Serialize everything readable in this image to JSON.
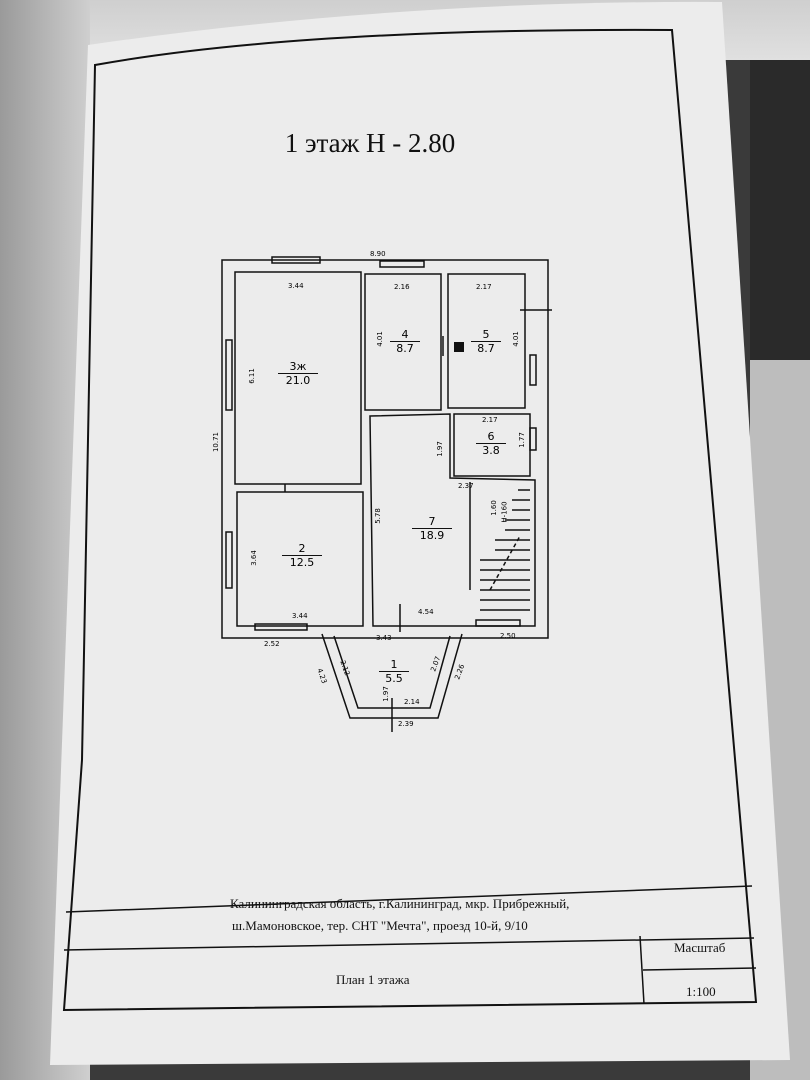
{
  "title": "1 этаж Н - 2.80",
  "rooms": [
    {
      "num": "3ж",
      "area": "21.0"
    },
    {
      "num": "4",
      "area": "8.7"
    },
    {
      "num": "5",
      "area": "8.7"
    },
    {
      "num": "6",
      "area": "3.8"
    },
    {
      "num": "2",
      "area": "12.5"
    },
    {
      "num": "7",
      "area": "18.9"
    },
    {
      "num": "1",
      "area": "5.5"
    }
  ],
  "dimensions": {
    "overall_width": "8.90",
    "overall_height": "10.71",
    "r3_width": "3.44",
    "r3_height": "6.11",
    "r4_width": "2.16",
    "r4_height": "4.01",
    "r5_width": "2.17",
    "r5_height": "4.01",
    "r6_width": "2.17",
    "r6_height": "1.77",
    "r6_side": "1.97",
    "r6_bottom": "2.37",
    "r2_height": "3.64",
    "r2_width": "3.44",
    "r7_height": "5.78",
    "r7_width": "4.54",
    "stair_h": "1.60",
    "stair_level": "Н-160",
    "bottom_left": "2.52",
    "bottom_right": "2.50",
    "porch_top": "3.43",
    "porch_left_side": "2.12",
    "porch_right_side": "2.07",
    "porch_outer_left": "4.23",
    "porch_outer_right": "2.26",
    "porch_height": "1.97",
    "porch_bottom_inner": "2.14",
    "porch_bottom_outer": "2.39"
  },
  "title_block": {
    "address_line1": "Калининградская область, г.Калининград, мкр. Прибрежный,",
    "address_line2": "ш.Мамоновское, тер. СНТ \"Мечта\", проезд 10-й, 9/10",
    "plan_name": "План 1 этажа",
    "scale_label": "Масштаб",
    "scale_value": "1:100"
  }
}
